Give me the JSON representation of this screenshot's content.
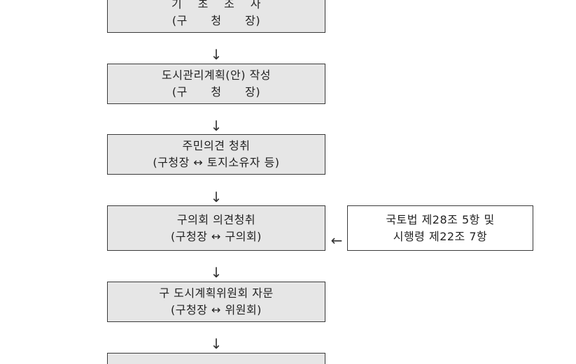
{
  "flow": {
    "steps": [
      {
        "line1": "기    초    조    사",
        "line2": "(구      청      장)"
      },
      {
        "line1": "도시관리계획(안) 작성",
        "line2": "(구      청      장)"
      },
      {
        "line1": "주민의견 청취",
        "line2": "(구청장 ↔ 토지소유자 등)"
      },
      {
        "line1": "구의회 의견청취",
        "line2": "(구청장 ↔ 구의회)"
      },
      {
        "line1": "구 도시계획위원회 자문",
        "line2": "(구청장 ↔ 위원회)"
      },
      {
        "line1": "",
        "line2": ""
      }
    ],
    "side_note": {
      "line1": "국토법 제28조 5항 및",
      "line2": "시행령 제22조 7항"
    },
    "arrow_down_glyph": "↓",
    "arrow_left_glyph": "←"
  }
}
